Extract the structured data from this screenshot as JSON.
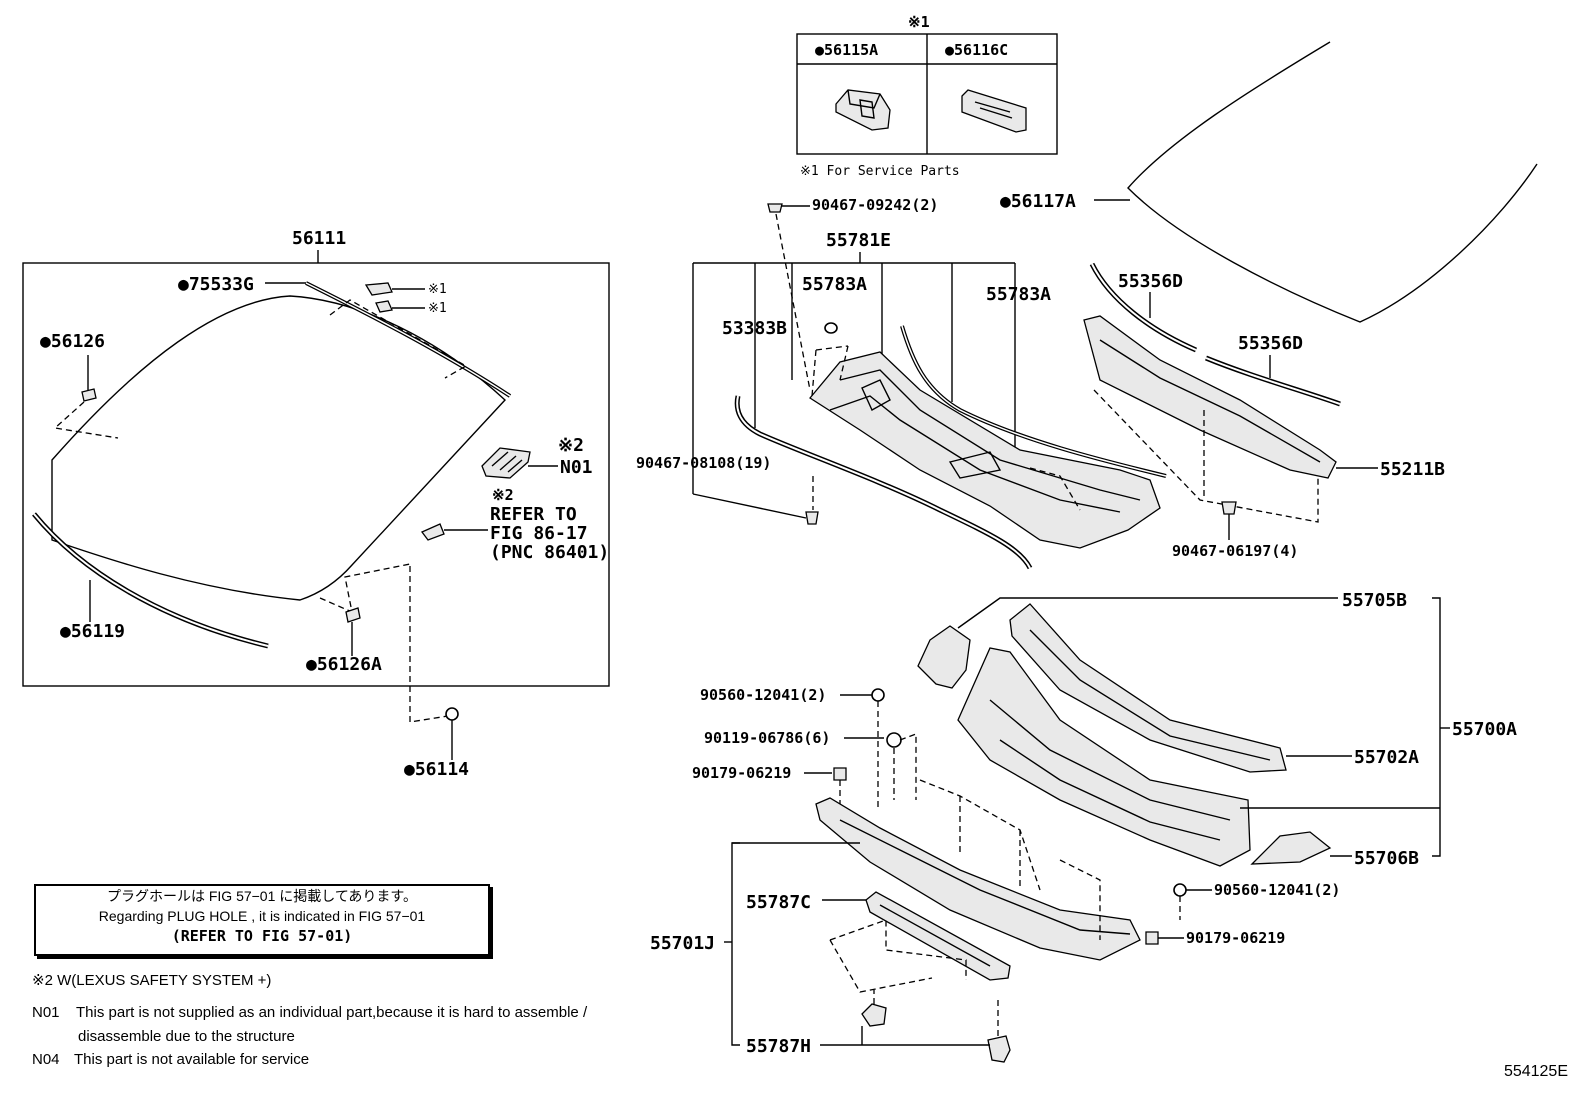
{
  "figure_number": "554125E",
  "service_parts_box": {
    "marker": "※1",
    "left_part": "●56115A",
    "right_part": "●56116C",
    "caption": "※1 For Service Parts"
  },
  "labels": {
    "p56111": "56111",
    "p75533G": "●75533G",
    "p56126": "●56126",
    "mark1a": "※1",
    "mark1b": "※1",
    "mark2a": "※2",
    "pN01": "N01",
    "refer_mark": "※2",
    "refer_to": "REFER TO",
    "refer_fig": "FIG 86-17",
    "refer_pnc": "(PNC 86401)",
    "p56119": "●56119",
    "p56126A": "●56126A",
    "p56114": "●56114",
    "p90467_09242": "90467-09242(2)",
    "p55781E": "55781E",
    "p55783A_1": "55783A",
    "p55783A_2": "55783A",
    "p53383B": "53383B",
    "p90467_08108": "90467-08108(19)",
    "p56117A": "●56117A",
    "p55356D_1": "55356D",
    "p55356D_2": "55356D",
    "p55211B": "55211B",
    "p90467_06197": "90467-06197(4)",
    "p55705B": "55705B",
    "p55700A": "55700A",
    "p55702A": "55702A",
    "p55706B": "55706B",
    "p90560_12041_a": "90560-12041(2)",
    "p90119_06786": "90119-06786(6)",
    "p90179_06219_a": "90179-06219",
    "p90560_12041_b": "90560-12041(2)",
    "p90179_06219_b": "90179-06219",
    "p55787C": "55787C",
    "p55701J": "55701J",
    "p55787H": "55787H"
  },
  "plug_hole_note": {
    "line1": "プラグホールは FIG  57−01 に掲載してあります。",
    "line2": "Regarding  PLUG  HOLE , it is indicated in  FIG  57−01",
    "line3": "(REFER TO FIG 57-01)"
  },
  "footnotes": {
    "mark2": "※2 W(LEXUS SAFETY SYSTEM +)",
    "n01_code": "N01",
    "n01_text1": "This part is not supplied as an individual part,because it is hard to assemble /",
    "n01_text2": "disassemble due to the structure",
    "n04_code": "N04",
    "n04_text": "This part is not available for service"
  }
}
